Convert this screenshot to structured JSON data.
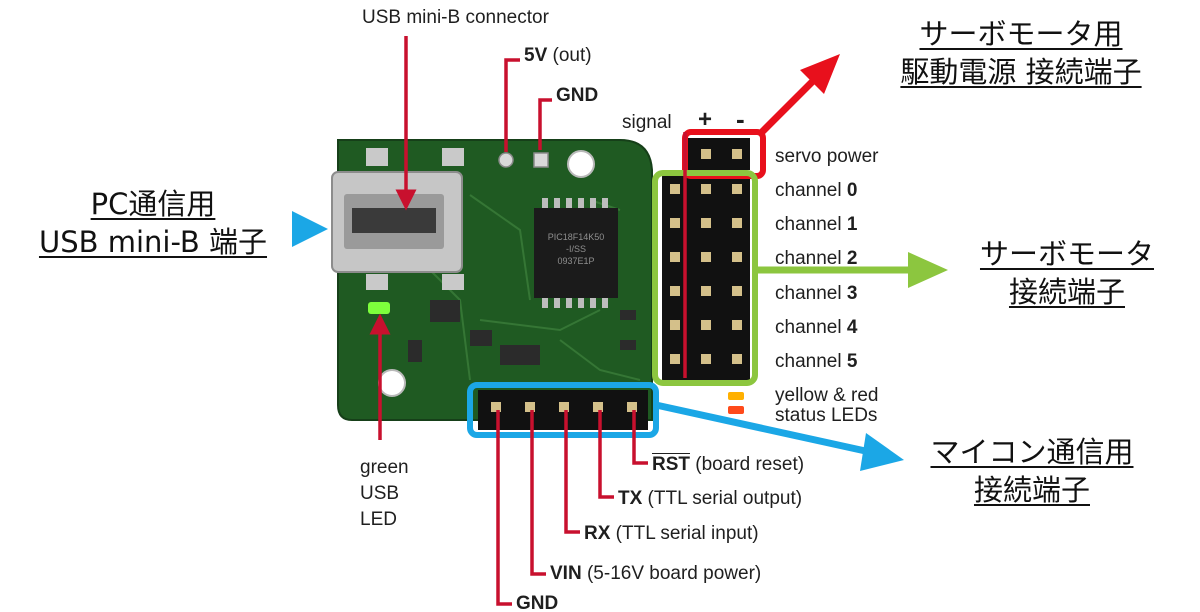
{
  "callouts": {
    "usb_connector": "USB mini-B connector",
    "v5_bold": "5V",
    "v5_rest": " (out)",
    "gnd_top": "GND",
    "signal": "signal",
    "plus": "+",
    "minus": "-",
    "servo_power": "servo power",
    "channel_word": "channel",
    "channels": [
      "0",
      "1",
      "2",
      "3",
      "4",
      "5"
    ],
    "status_line1": "yellow & red",
    "status_line2": "status LEDs",
    "green_line1": "green",
    "green_line2": "USB",
    "green_line3": "LED",
    "rst_bold": "RST",
    "rst_rest": " (board reset)",
    "tx_bold": "TX",
    "tx_rest": " (TTL serial output)",
    "rx_bold": "RX",
    "rx_rest": " (TTL serial input)",
    "vin_bold": "VIN",
    "vin_rest": " (5-16V board power)",
    "gnd_bottom": "GND"
  },
  "annotations_jp": {
    "pc_line1": "PC通信用",
    "pc_line2": "USB mini-B 端子",
    "servo_power_line1": "サーボモータ用",
    "servo_power_line2": "駆動電源 接続端子",
    "servo_line1": "サーボモータ",
    "servo_line2": "接続端子",
    "mcu_line1": "マイコン通信用",
    "mcu_line2": "接続端子"
  },
  "board": {
    "chip_line1": "PIC18F14K50",
    "chip_line2": "-I/SS",
    "chip_line3": "0937E1P"
  },
  "colors": {
    "red_highlight": "#e8101c",
    "green_highlight": "#8cc63f",
    "blue_highlight": "#1ba7e6",
    "pcb_green": "#1f5a22",
    "pointer_crimson": "#c8102e"
  }
}
